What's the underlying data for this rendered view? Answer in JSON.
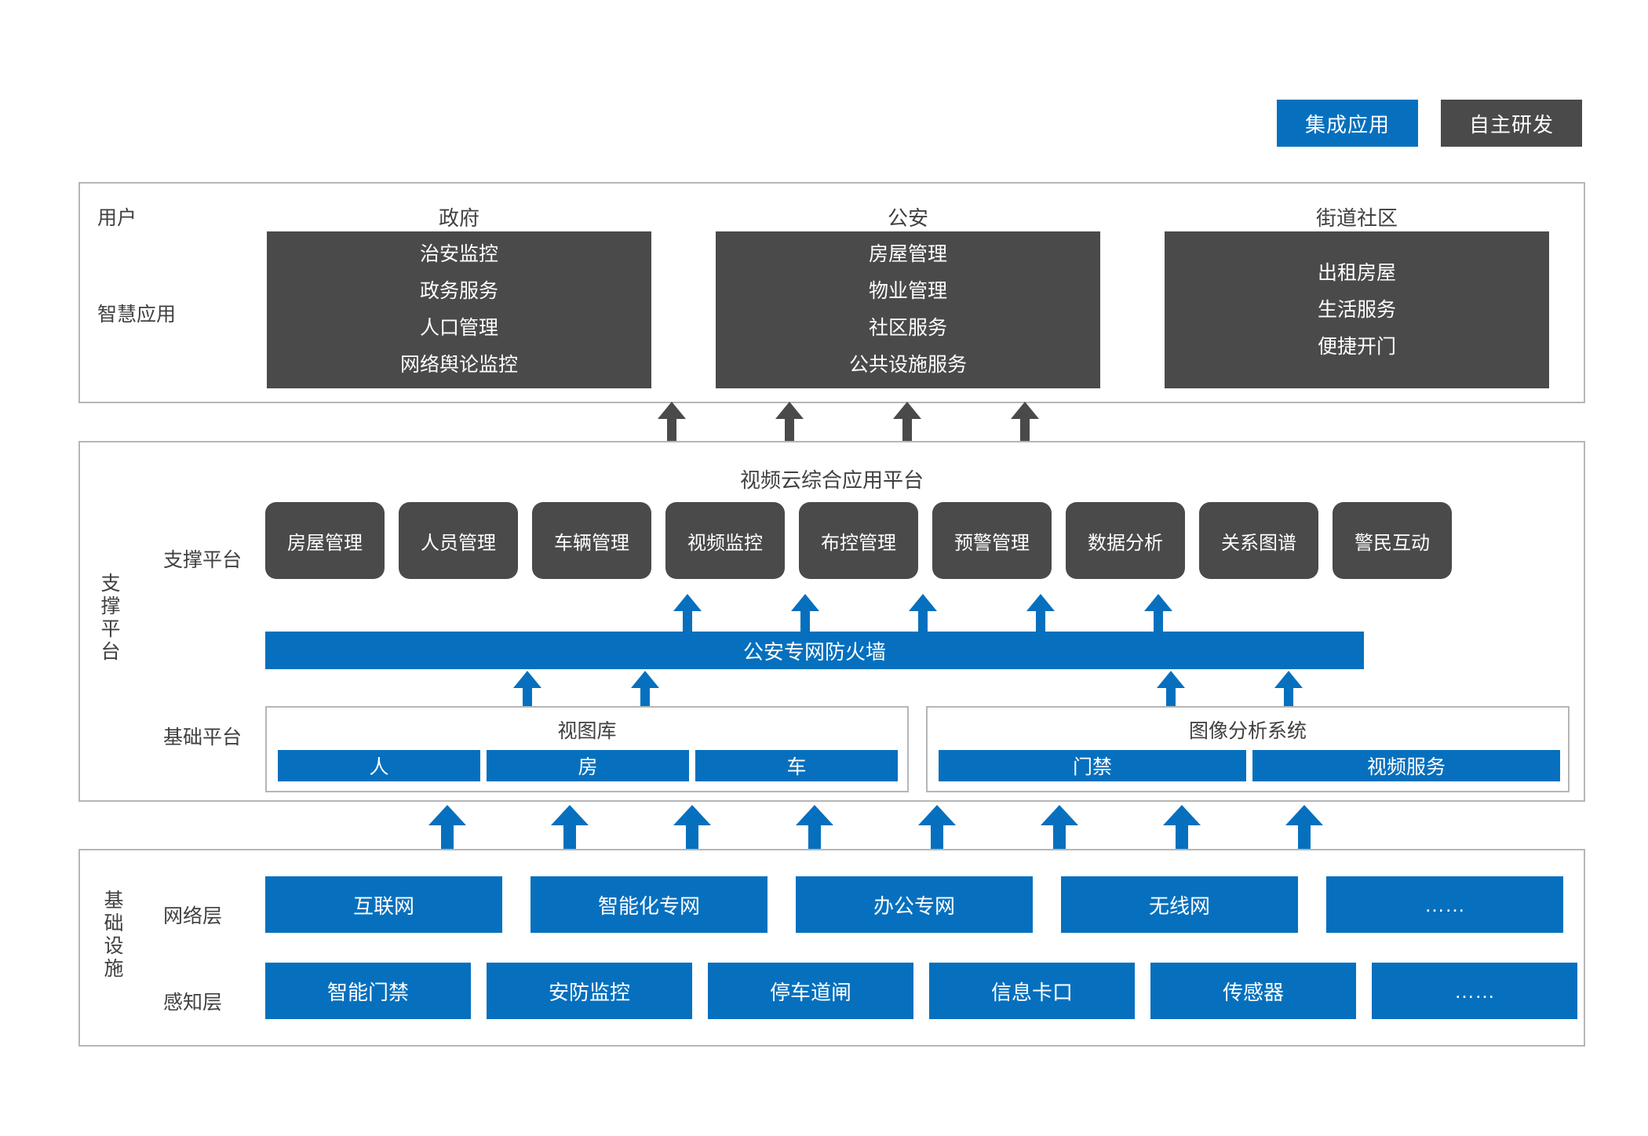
{
  "legend": {
    "items": [
      {
        "label": "集成应用",
        "color": "#0670be"
      },
      {
        "label": "自主研发",
        "color": "#4a4a4a"
      }
    ]
  },
  "colors": {
    "blue": "#0670be",
    "dark_gray": "#4a4a4a",
    "border_gray": "#b6b6b6",
    "text_gray": "#404040",
    "white": "#ffffff"
  },
  "application_layer": {
    "row_labels": {
      "users": "用户",
      "smart_apps": "智慧应用"
    },
    "columns": [
      {
        "title": "政府",
        "items": [
          "治安监控",
          "政务服务",
          "人口管理",
          "网络舆论监控"
        ]
      },
      {
        "title": "公安",
        "items": [
          "房屋管理",
          "物业管理",
          "社区服务",
          "公共设施服务"
        ]
      },
      {
        "title": "街道社区",
        "items": [
          "出租房屋",
          "生活服务",
          "便捷开门"
        ]
      }
    ]
  },
  "platform_layer": {
    "side_label": "支撑平台",
    "title": "视频云综合应用平台",
    "row_labels": {
      "support": "支撑平台",
      "base": "基础平台"
    },
    "support_modules": [
      "房屋管理",
      "人员管理",
      "车辆管理",
      "视频监控",
      "布控管理",
      "预警管理",
      "数据分析",
      "关系图谱",
      "警民互动"
    ],
    "firewall": "公安专网防火墙",
    "base_groups": [
      {
        "title": "视图库",
        "items": [
          "人",
          "房",
          "车"
        ]
      },
      {
        "title": "图像分析系统",
        "items": [
          "门禁",
          "视频服务"
        ]
      }
    ]
  },
  "infrastructure_layer": {
    "side_label": "基础设施",
    "rows": [
      {
        "label": "网络层",
        "items": [
          "互联网",
          "智能化专网",
          "办公专网",
          "无线网",
          "……"
        ]
      },
      {
        "label": "感知层",
        "items": [
          "智能门禁",
          "安防监控",
          "停车道闸",
          "信息卡口",
          "传感器",
          "……"
        ]
      }
    ]
  }
}
